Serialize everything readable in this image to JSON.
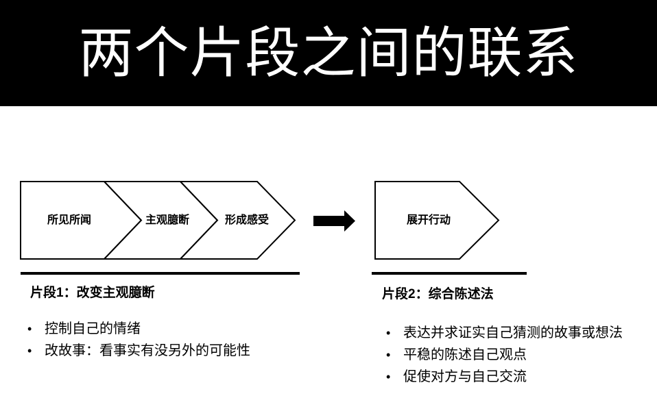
{
  "header": {
    "title": "两个片段之间的联系"
  },
  "process": {
    "steps": [
      {
        "label": "所见所闻"
      },
      {
        "label": "主观臆断"
      },
      {
        "label": "形成感受"
      }
    ],
    "result_step": {
      "label": "展开行动"
    }
  },
  "sections": [
    {
      "heading": "片段1：改变主观臆断",
      "bullets": [
        "控制自己的情绪",
        "改故事：看事实有没另外的可能性"
      ]
    },
    {
      "heading": "片段2：综合陈述法",
      "bullets": [
        "表达并求证实自己猜测的故事或想法",
        "平稳的陈述自己观点",
        "促使对方与自己交流"
      ]
    }
  ],
  "ui": {
    "bullet_char": "•"
  },
  "colors": {
    "header_bg": "#000000",
    "title_text": "#ffffff",
    "body_text": "#000000",
    "shape_outline": "#000000",
    "shape_fill": "#ffffff",
    "arrow_fill": "#000000"
  }
}
